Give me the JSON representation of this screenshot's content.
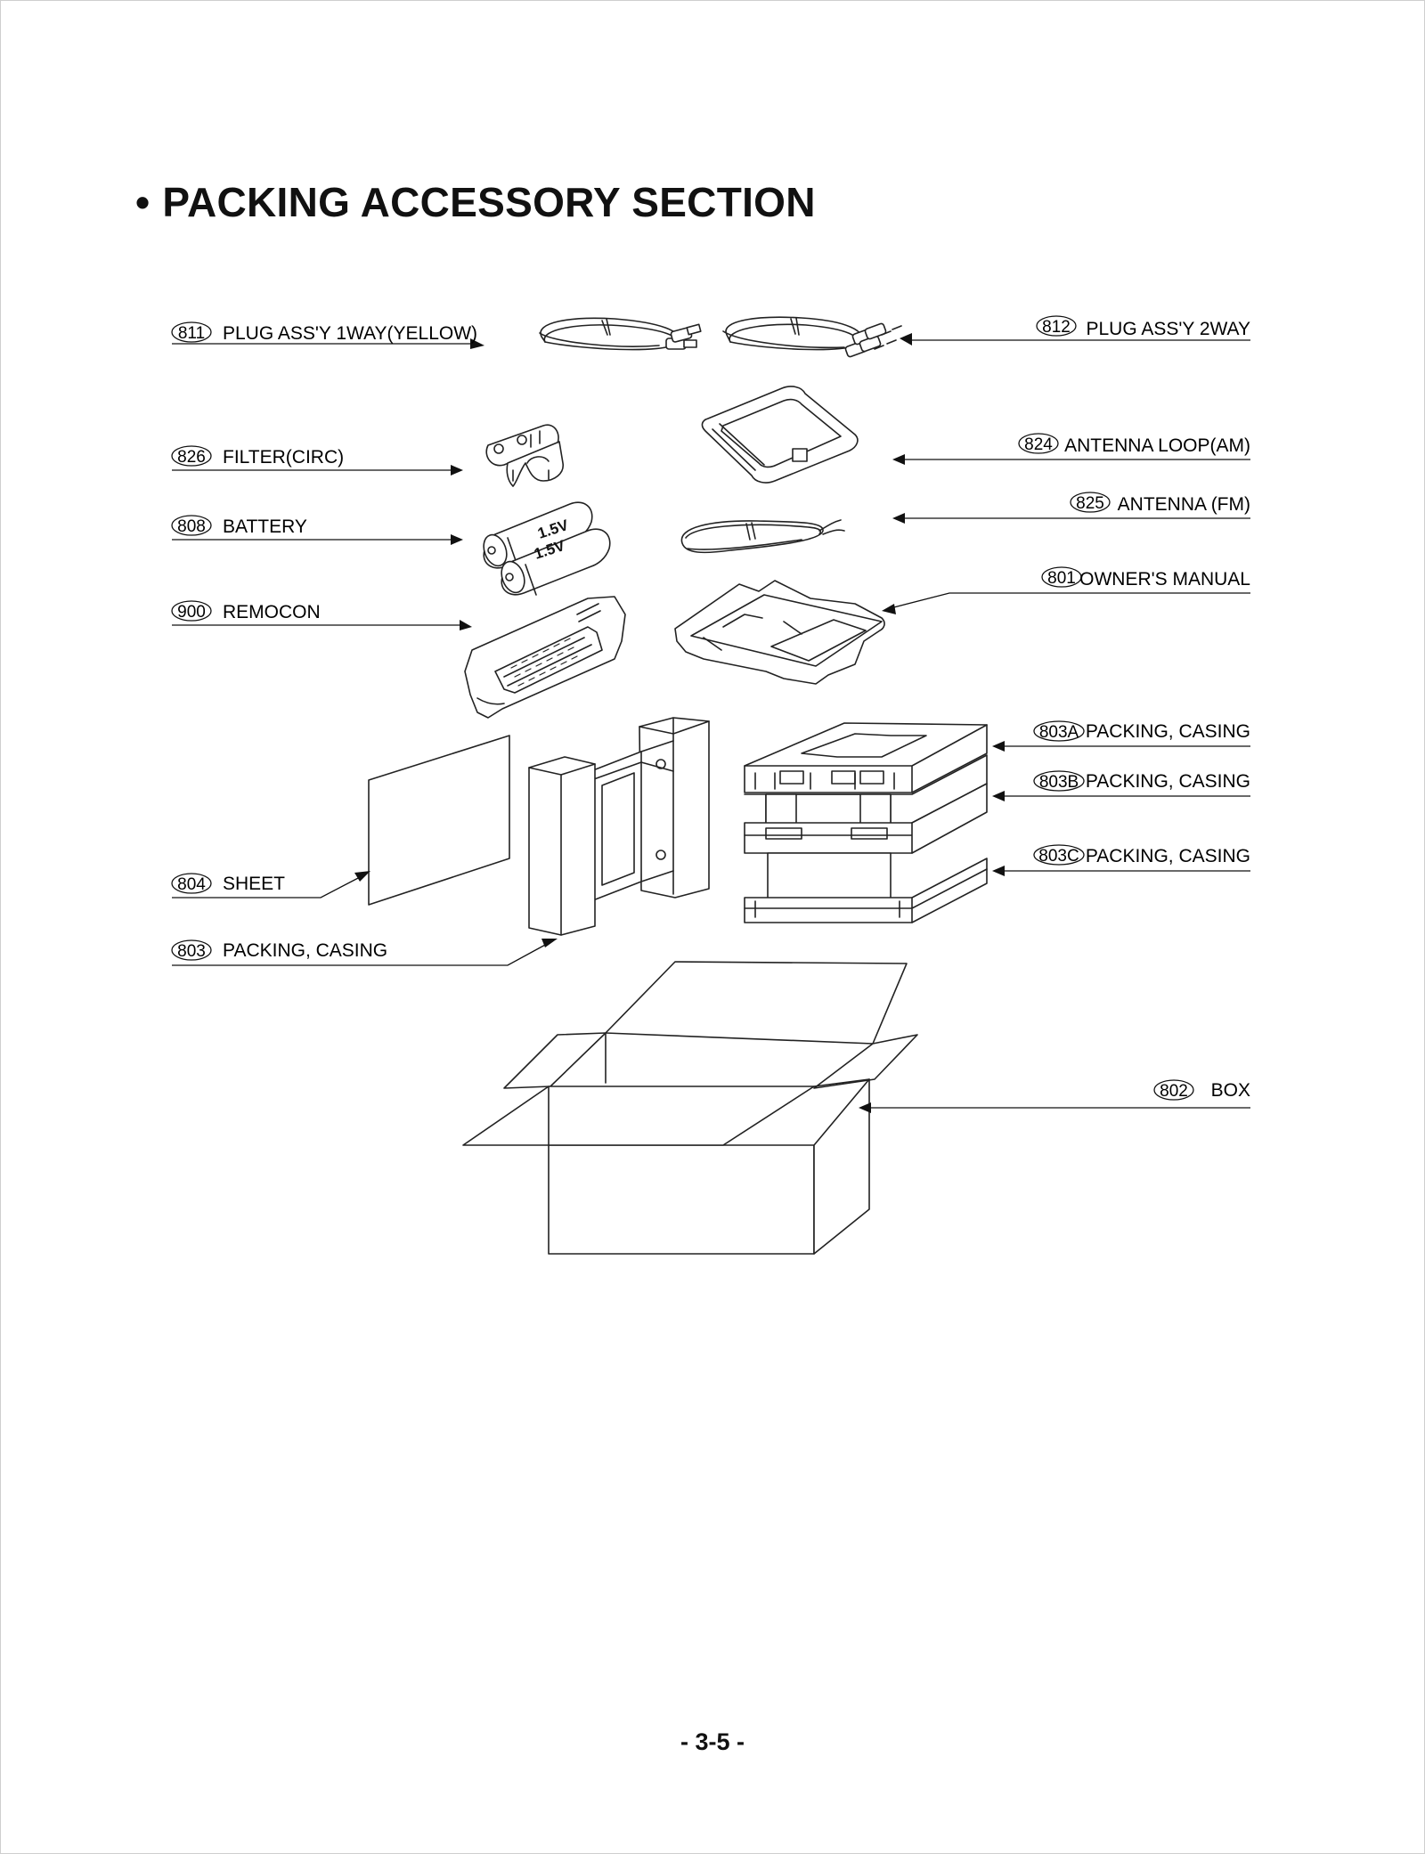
{
  "title": "PACKING ACCESSORY SECTION",
  "title_bullet": "•",
  "page_number": "- 3-5 -",
  "callouts": [
    {
      "num": "811",
      "text": "PLUG ASS'Y 1WAY(YELLOW)"
    },
    {
      "num": "812",
      "text": "PLUG ASS'Y 2WAY"
    },
    {
      "num": "826",
      "text": "FILTER(CIRC)"
    },
    {
      "num": "824",
      "text": "ANTENNA LOOP(AM)"
    },
    {
      "num": "808",
      "text": "BATTERY"
    },
    {
      "num": "825",
      "text": "ANTENNA (FM)"
    },
    {
      "num": "801",
      "text": "OWNER'S MANUAL"
    },
    {
      "num": "900",
      "text": "REMOCON"
    },
    {
      "num": "803A",
      "text": "PACKING, CASING"
    },
    {
      "num": "803B",
      "text": "PACKING, CASING"
    },
    {
      "num": "803C",
      "text": "PACKING, CASING"
    },
    {
      "num": "804",
      "text": "SHEET"
    },
    {
      "num": "803",
      "text": "PACKING, CASING"
    },
    {
      "num": "802",
      "text": "BOX"
    }
  ],
  "battery_label": "1.5V",
  "illustrations": [
    "plug-1way-cable-icon",
    "plug-2way-cable-icon",
    "filter-core-icon",
    "am-loop-antenna-icon",
    "battery-pair-icon",
    "fm-antenna-wire-icon",
    "owners-manual-bag-icon",
    "remote-control-bag-icon",
    "sheet-icon",
    "side-packing-casing-icon",
    "stacked-packing-casing-icon",
    "cardboard-box-icon"
  ]
}
